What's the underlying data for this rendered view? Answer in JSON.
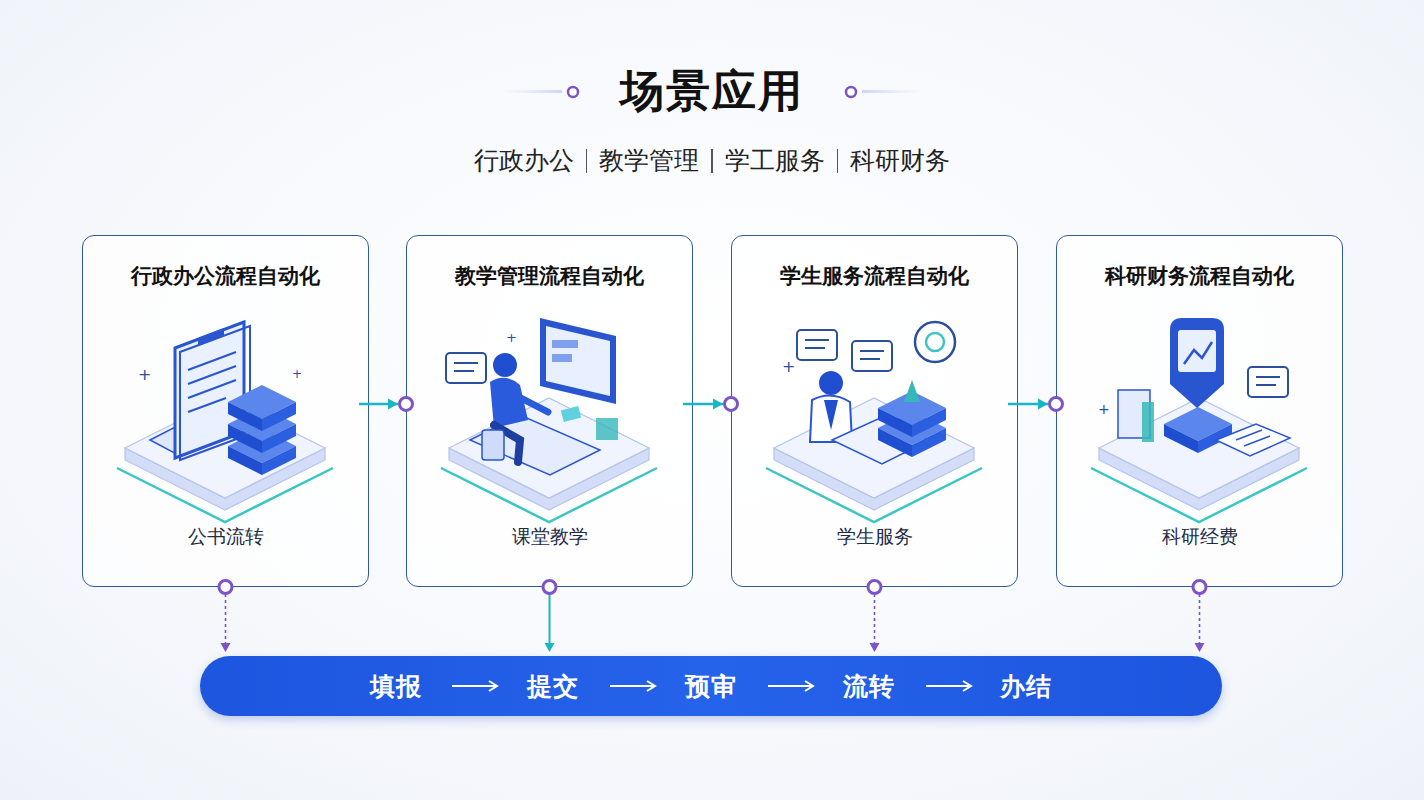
{
  "diagram": {
    "title": "场景应用",
    "nodes": [
      {
        "text": [
          "行政办公流程自动化",
          "公书流转"
        ]
      },
      {
        "text": [
          "教学管理流程自动化",
          "课堂教学"
        ]
      },
      {
        "text": [
          "学生服务流程自动化",
          "学生服务"
        ]
      },
      {
        "text": [
          "科研财务流程自动化",
          "科研经费"
        ]
      },
      {
        "text": [
          "填报",
          "提交",
          "预审",
          "流转",
          "办结"
        ]
      }
    ],
    "edges": [
      {
        "from": 0,
        "to": 1,
        "arrow": "to"
      },
      {
        "from": 1,
        "to": 2,
        "arrow": "to"
      },
      {
        "from": 2,
        "to": 3,
        "arrow": "to"
      },
      {
        "from": 0,
        "to": 4,
        "arrow": "to"
      },
      {
        "from": 1,
        "to": 4,
        "arrow": "to"
      },
      {
        "from": 2,
        "to": 4,
        "arrow": "to"
      },
      {
        "from": 3,
        "to": 4,
        "arrow": "to"
      }
    ],
    "labels": [
      "行政办公",
      "教学管理",
      "学工服务",
      "科研财务"
    ]
  }
}
